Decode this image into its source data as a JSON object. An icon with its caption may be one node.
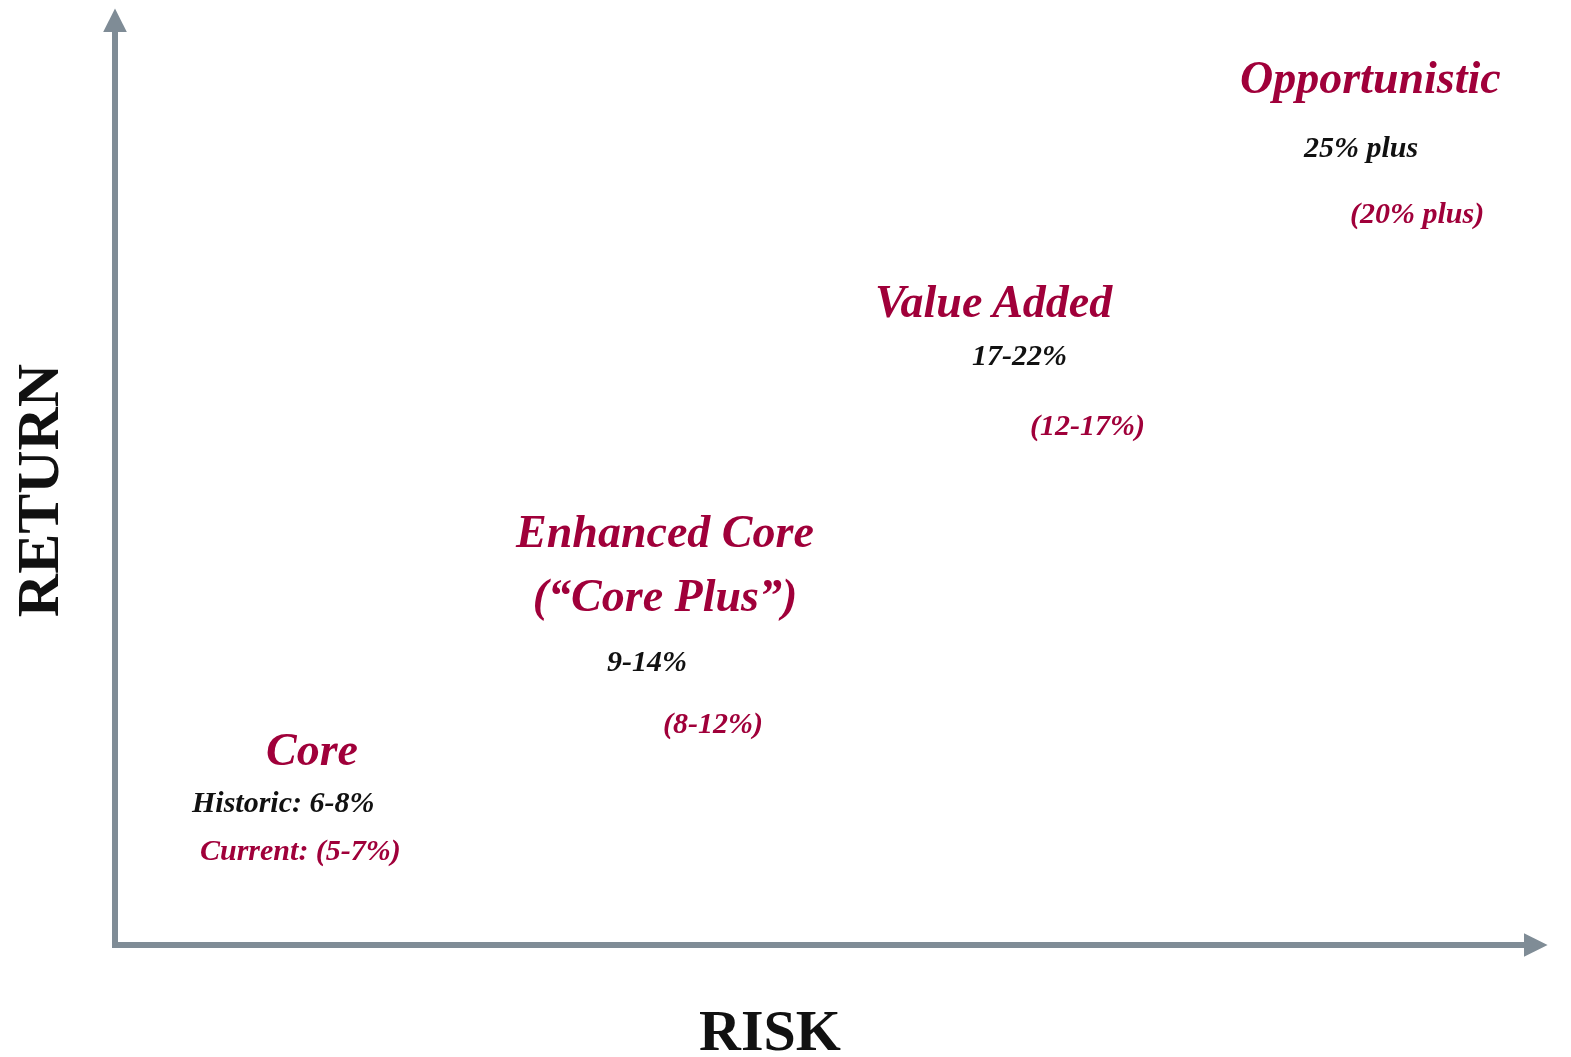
{
  "diagram": {
    "labels": [
      "Opportunistic",
      "25% plus",
      "(20% plus)",
      "Value Added",
      "17-22%",
      "(12-17%)",
      "Enhanced Core (“Core Plus”)",
      "9-14%",
      "(8-12%)",
      "Core",
      "Historic: 6-8%",
      "Current: (5-7%)",
      "RETURN",
      "RISK"
    ]
  }
}
